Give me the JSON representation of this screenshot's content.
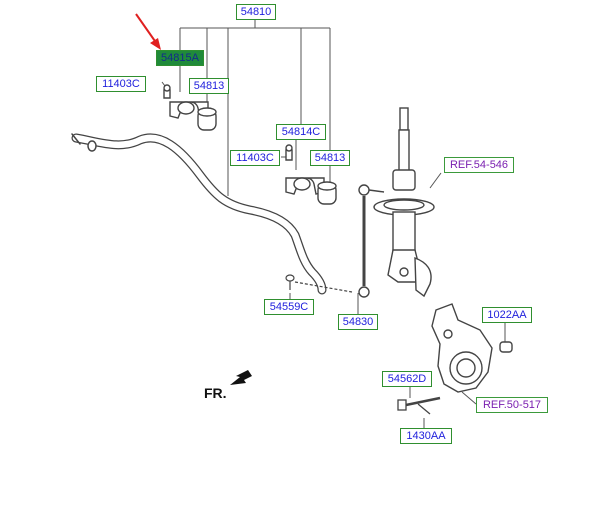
{
  "labels": {
    "p54810": "54810",
    "p54815A": "54815A",
    "p11403C_a": "11403C",
    "p54813_a": "54813",
    "p54814C": "54814C",
    "p11403C_b": "11403C",
    "p54813_b": "54813",
    "ref54546": "REF.54-546",
    "p54559C": "54559C",
    "p54830": "54830",
    "p1022AA": "1022AA",
    "p54562D": "54562D",
    "ref50517": "REF.50-517",
    "p1430AA": "1430AA"
  },
  "front_label": "FR.",
  "colors": {
    "label_text": "#1e1edc",
    "ref_text": "#7a1fb0",
    "label_border": "#2f8f2f",
    "highlight_fill": "#1f8a3a",
    "pointer_arrow": "#e02020",
    "line_art": "#444444"
  }
}
